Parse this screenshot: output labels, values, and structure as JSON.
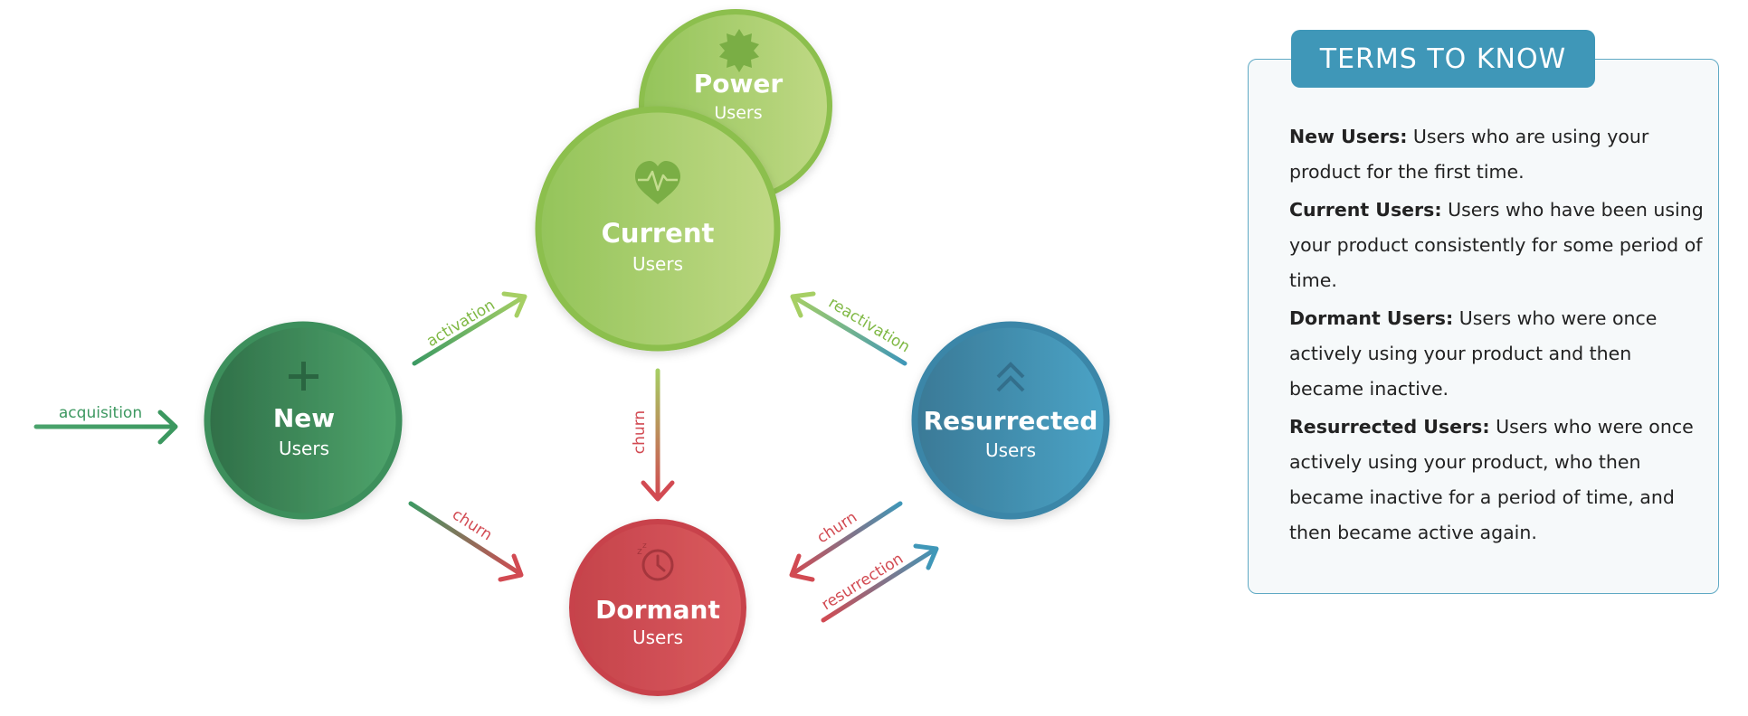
{
  "nodes": {
    "power": {
      "title": "Power",
      "subtitle": "Users",
      "icon": "star-burst-icon"
    },
    "current": {
      "title": "Current",
      "subtitle": "Users",
      "icon": "heart-pulse-icon"
    },
    "new": {
      "title": "New",
      "subtitle": "Users",
      "icon": "plus-icon"
    },
    "resurrected": {
      "title": "Resurrected",
      "subtitle": "Users",
      "icon": "double-chevron-up-icon"
    },
    "dormant": {
      "title": "Dormant",
      "subtitle": "Users",
      "icon": "sleep-clock-icon"
    }
  },
  "edges": {
    "acquisition": "acquisition",
    "activation": "activation",
    "reactivation": "reactivation",
    "churn_current": "churn",
    "churn_new": "churn",
    "churn_resurrected": "churn",
    "resurrection": "resurrection"
  },
  "colors": {
    "green_dark": "#2f7a4e",
    "green_light": "#a9cd6a",
    "red": "#d24a52",
    "blue": "#3f97b8"
  },
  "terms": {
    "heading": "TERMS TO KNOW",
    "items": [
      {
        "name": "New Users:",
        "text": " Users who are using your product for the first time."
      },
      {
        "name": "Current Users:",
        "text": " Users who have been using your product consistently for some period of time."
      },
      {
        "name": "Dormant Users:",
        "text": " Users who were once actively using your product and then became inactive."
      },
      {
        "name": "Resurrected Users:",
        "text": " Users who were once actively using your product, who then became inactive for a period of time, and then became active again."
      }
    ]
  }
}
